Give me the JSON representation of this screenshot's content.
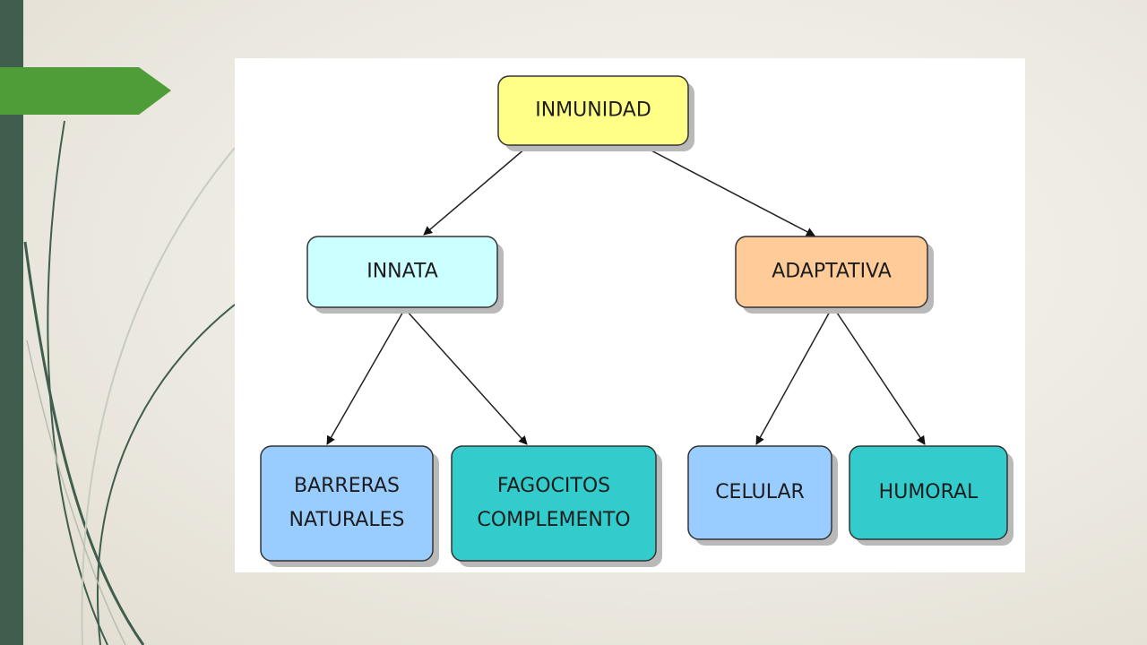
{
  "slide": {
    "accent_color": "#4f9d38",
    "sidebar_color": "#3f5e4d"
  },
  "diagram": {
    "nodes": [
      {
        "id": "inmunidad",
        "lines": [
          "INMUNIDAD"
        ],
        "color": "#ffff88"
      },
      {
        "id": "innata",
        "lines": [
          "INNATA"
        ],
        "color": "#ccffff"
      },
      {
        "id": "adaptativa",
        "lines": [
          "ADAPTATIVA"
        ],
        "color": "#ffcc99"
      },
      {
        "id": "barreras",
        "lines": [
          "BARRERAS",
          "NATURALES"
        ],
        "color": "#99ccff"
      },
      {
        "id": "fagocitos",
        "lines": [
          "FAGOCITOS",
          "COMPLEMENTO"
        ],
        "color": "#33cccc"
      },
      {
        "id": "celular",
        "lines": [
          "CELULAR"
        ],
        "color": "#99ccff"
      },
      {
        "id": "humoral",
        "lines": [
          "HUMORAL"
        ],
        "color": "#33cccc"
      }
    ],
    "edges": [
      {
        "from": "inmunidad",
        "to": "innata"
      },
      {
        "from": "inmunidad",
        "to": "adaptativa"
      },
      {
        "from": "innata",
        "to": "barreras"
      },
      {
        "from": "innata",
        "to": "fagocitos"
      },
      {
        "from": "adaptativa",
        "to": "celular"
      },
      {
        "from": "adaptativa",
        "to": "humoral"
      }
    ]
  }
}
